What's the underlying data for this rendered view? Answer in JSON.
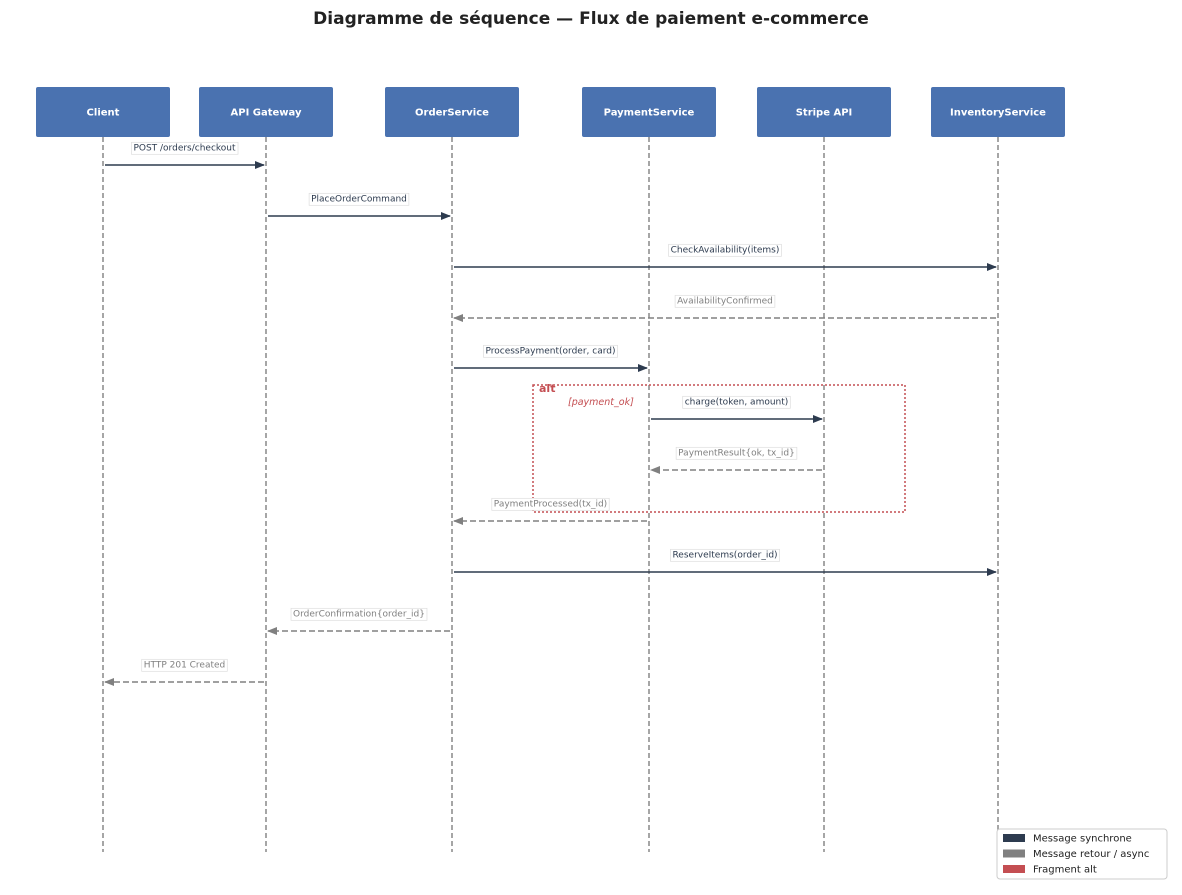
{
  "title": "Diagramme de séquence — Flux de paiement e-commerce",
  "colors": {
    "actor_fill": "#4a72b0",
    "sync": "#2d3b4f",
    "async": "#808080",
    "fragment": "#c44e52",
    "lifeline": "#808080"
  },
  "actors": [
    {
      "id": "client",
      "label": "Client"
    },
    {
      "id": "gateway",
      "label": "API Gateway"
    },
    {
      "id": "order",
      "label": "OrderService"
    },
    {
      "id": "payment",
      "label": "PaymentService"
    },
    {
      "id": "stripe",
      "label": "Stripe API"
    },
    {
      "id": "inventory",
      "label": "InventoryService"
    }
  ],
  "messages": [
    {
      "from": "client",
      "to": "gateway",
      "label": "POST /orders/checkout",
      "kind": "sync"
    },
    {
      "from": "gateway",
      "to": "order",
      "label": "PlaceOrderCommand",
      "kind": "sync"
    },
    {
      "from": "order",
      "to": "inventory",
      "label": "CheckAvailability(items)",
      "kind": "sync"
    },
    {
      "from": "inventory",
      "to": "order",
      "label": "AvailabilityConfirmed",
      "kind": "async"
    },
    {
      "from": "order",
      "to": "payment",
      "label": "ProcessPayment(order, card)",
      "kind": "sync"
    },
    {
      "from": "payment",
      "to": "stripe",
      "label": "charge(token, amount)",
      "kind": "sync"
    },
    {
      "from": "stripe",
      "to": "payment",
      "label": "PaymentResult{ok, tx_id}",
      "kind": "async"
    },
    {
      "from": "payment",
      "to": "order",
      "label": "PaymentProcessed(tx_id)",
      "kind": "async"
    },
    {
      "from": "order",
      "to": "inventory",
      "label": "ReserveItems(order_id)",
      "kind": "sync"
    },
    {
      "from": "order",
      "to": "gateway",
      "label": "OrderConfirmation{order_id}",
      "kind": "async"
    },
    {
      "from": "gateway",
      "to": "client",
      "label": "HTTP 201 Created",
      "kind": "async"
    }
  ],
  "fragment": {
    "name": "alt",
    "guard": "[payment_ok]"
  },
  "legend": {
    "items": [
      {
        "label": "Message synchrone",
        "kind": "sync"
      },
      {
        "label": "Message retour / async",
        "kind": "async"
      },
      {
        "label": "Fragment alt",
        "kind": "fragment"
      }
    ]
  }
}
